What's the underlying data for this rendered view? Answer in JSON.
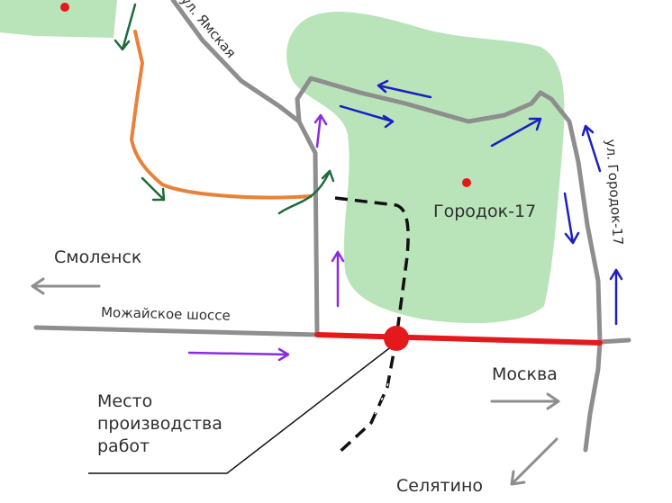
{
  "labels": {
    "street_yamskaya": "ул. Ямская",
    "street_gorodok": "ул. Городок-17",
    "highway": "Можайское шоссе",
    "town": "Городок-17",
    "dir_smolensk": "Смоленск",
    "dir_moskva": "Москва",
    "dir_selyatino": "Селятино",
    "worksite_line1": "Место",
    "worksite_line2": "производства",
    "worksite_line3": "работ"
  },
  "colors": {
    "park": "#b9e4b9",
    "road": "#8e8e8e",
    "closed_section": "#e5191b",
    "detour_orange": "#e8823a",
    "arrow_green": "#1f6b3a",
    "arrow_blue": "#1c1fc2",
    "arrow_purple": "#8a2be2",
    "arrow_gray": "#8e8e8e",
    "marker_red": "#e5191b",
    "text": "#2f2f2f"
  },
  "legend_icons": [
    "worksite-marker-icon",
    "town-marker-icon",
    "direction-arrow-icon"
  ]
}
